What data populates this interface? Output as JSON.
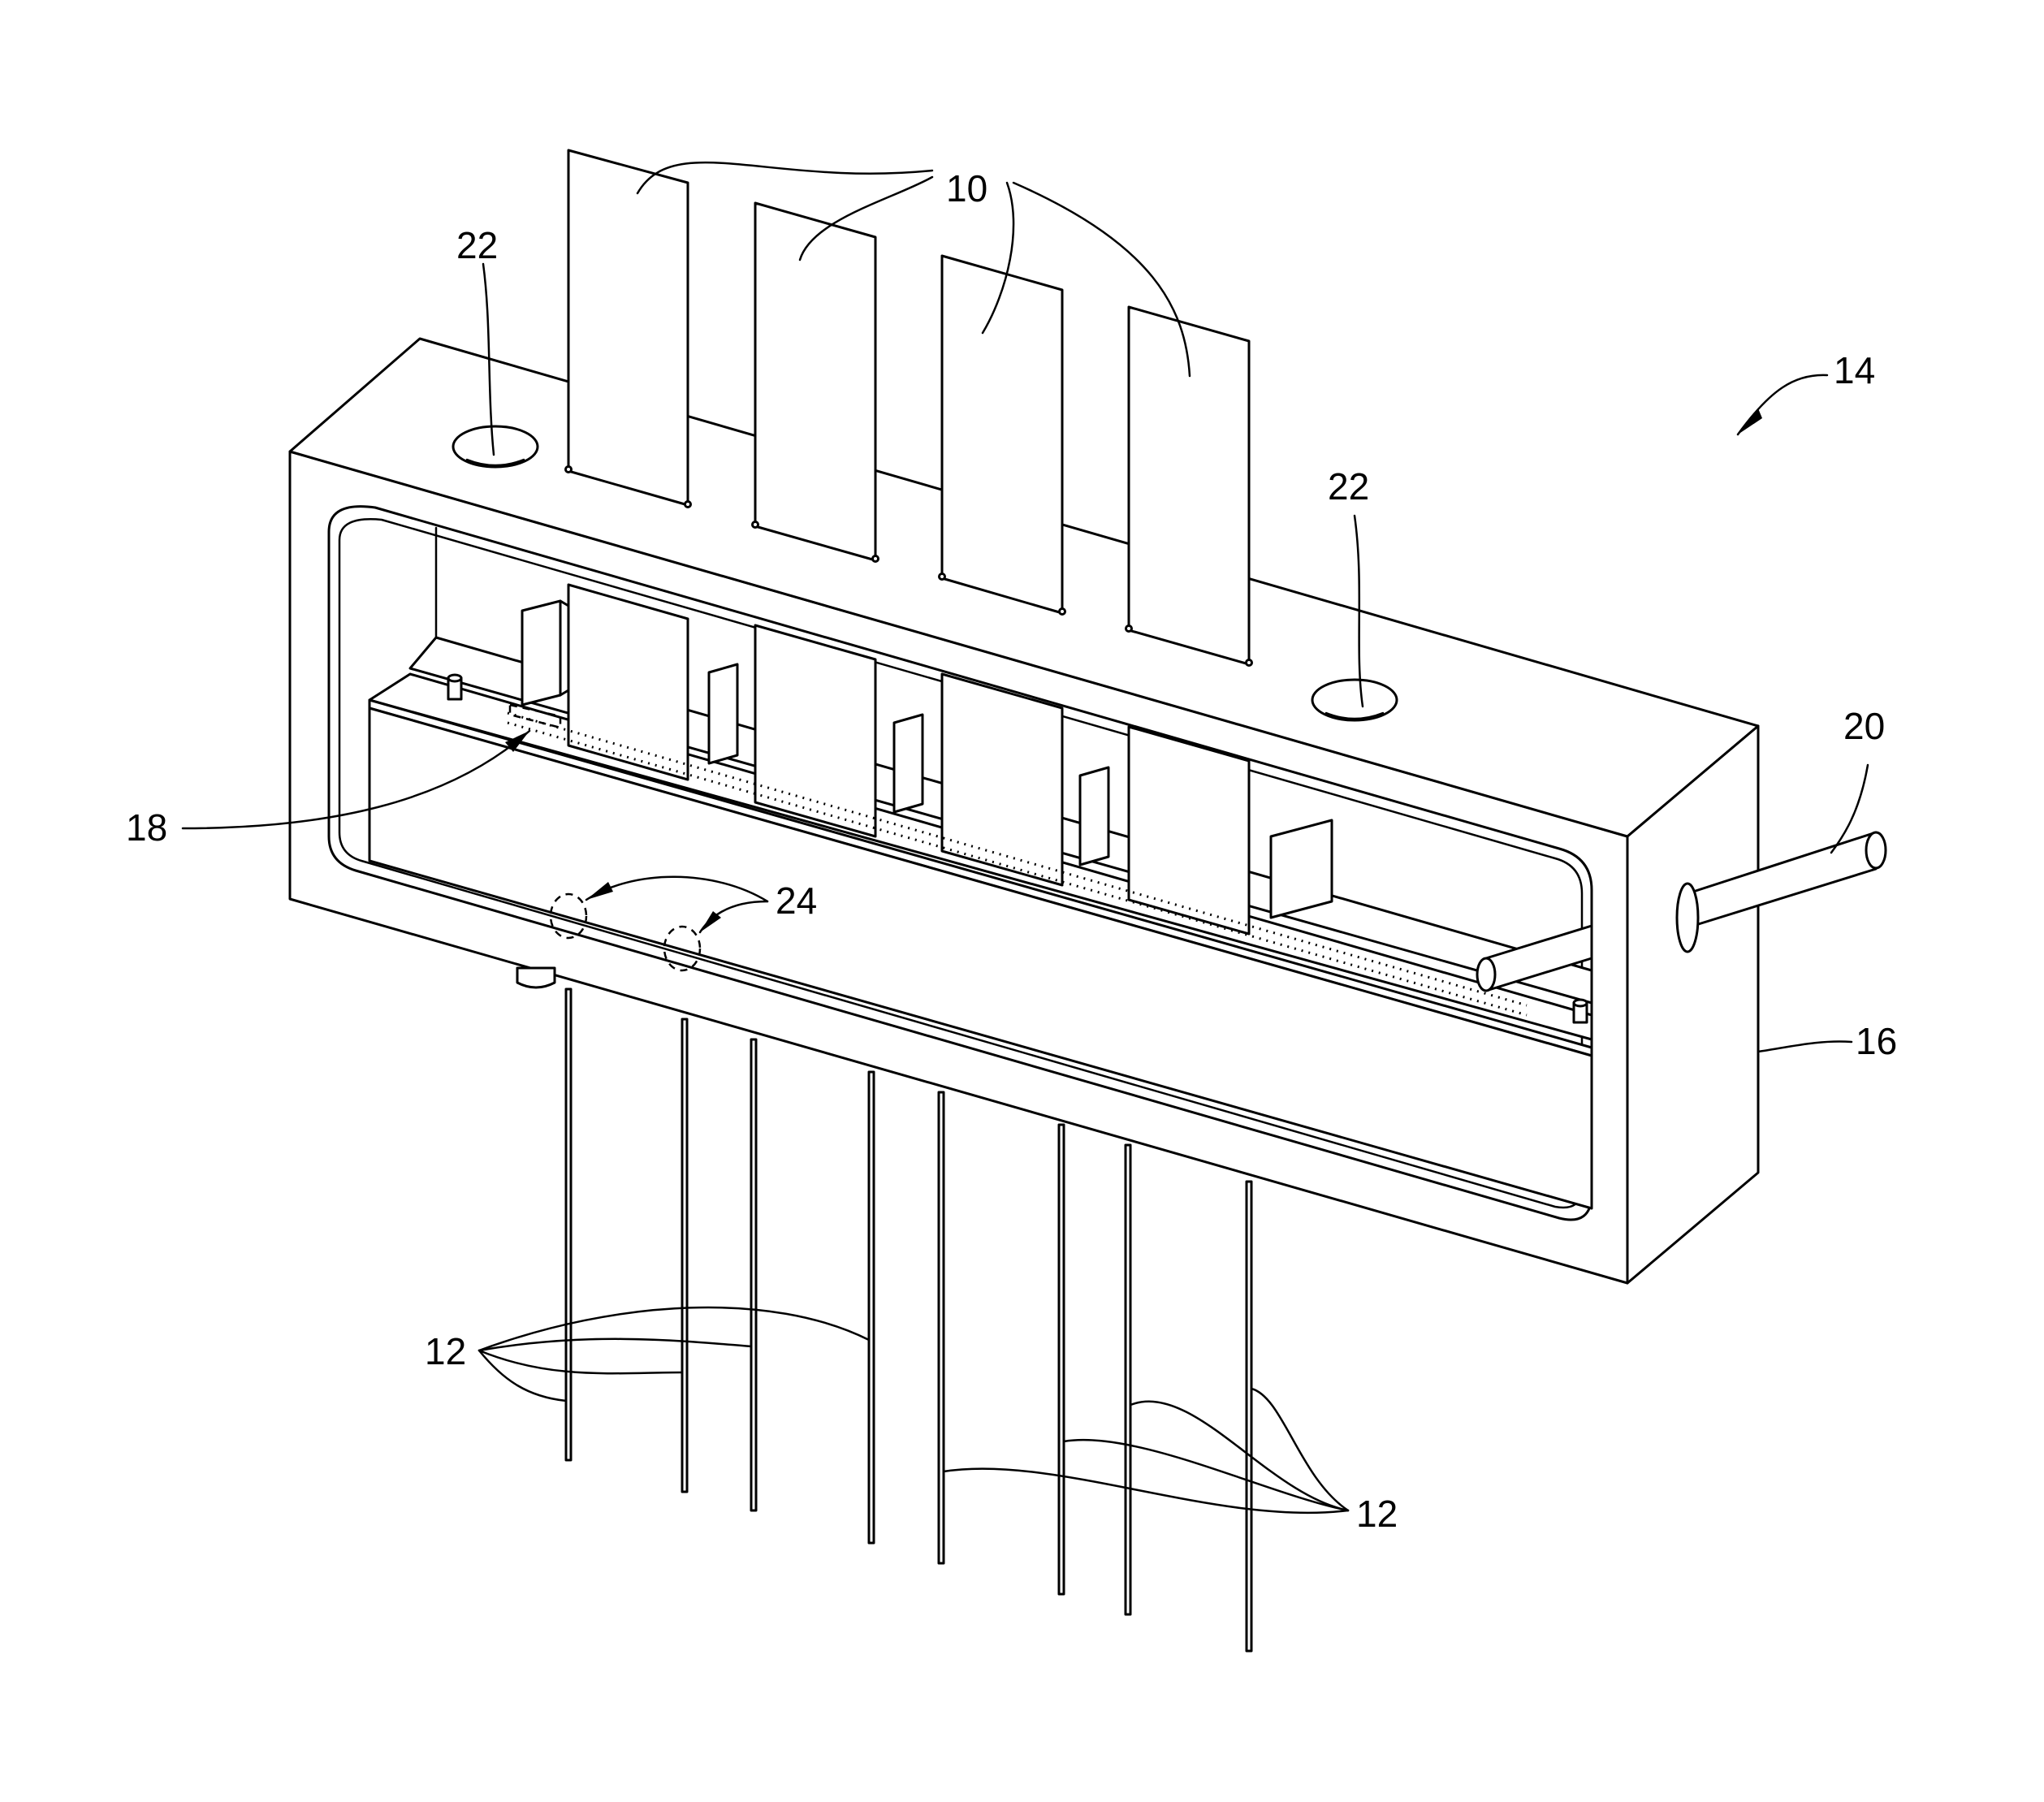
{
  "figure": {
    "labels": {
      "strips": "10",
      "pins": "12",
      "assembly": "14",
      "housing_face": "16",
      "dotted_row": "18",
      "tube": "20",
      "top_hole": "22",
      "dashed_circles": "24"
    }
  }
}
